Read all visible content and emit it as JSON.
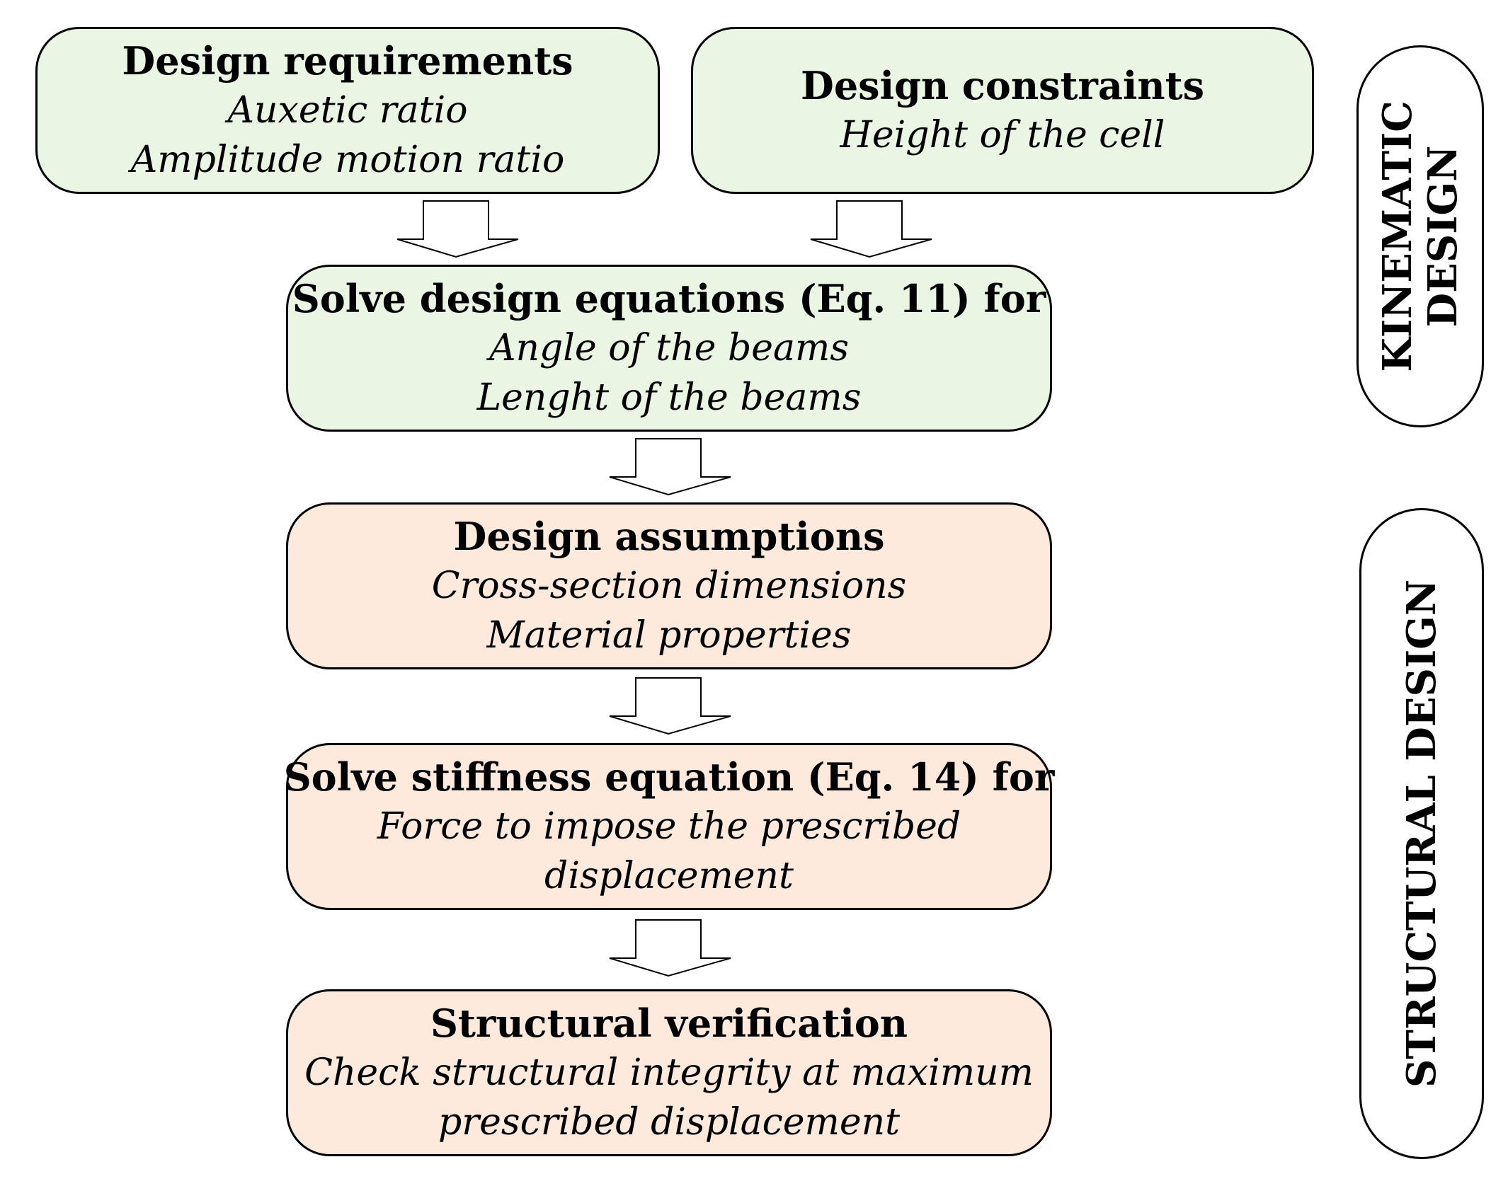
{
  "nodes": {
    "requirements": {
      "title": "Design requirements",
      "lines": [
        "Auxetic ratio",
        "Amplitude motion ratio"
      ],
      "color": "#eaf5e3"
    },
    "constraints": {
      "title": "Design constraints",
      "lines": [
        "Height of the cell"
      ],
      "color": "#eaf5e3"
    },
    "solve_design": {
      "title": "Solve design equations (Eq. 11) for",
      "lines": [
        "Angle of the beams",
        "Lenght of the beams"
      ],
      "color": "#eaf5e3"
    },
    "assumptions": {
      "title": "Design assumptions",
      "lines": [
        "Cross-section dimensions",
        "Material properties"
      ],
      "color": "#fdeadc"
    },
    "solve_stiffness": {
      "title": "Solve stiffness equation (Eq. 14) for",
      "lines": [
        "Force to impose the prescribed",
        "displacement"
      ],
      "color": "#fdeadc"
    },
    "verification": {
      "title": "Structural verification",
      "lines": [
        "Check structural integrity at maximum",
        "prescribed displacement"
      ],
      "color": "#fdeadc"
    }
  },
  "phases": {
    "kinematic": {
      "line1": "KINEMATIC",
      "line2": "DESIGN"
    },
    "structural": {
      "label": "STRUCTURAL DESIGN"
    }
  },
  "edges": [
    {
      "from": "requirements",
      "to": "solve_design"
    },
    {
      "from": "constraints",
      "to": "solve_design"
    },
    {
      "from": "solve_design",
      "to": "assumptions"
    },
    {
      "from": "assumptions",
      "to": "solve_stiffness"
    },
    {
      "from": "solve_stiffness",
      "to": "verification"
    }
  ]
}
